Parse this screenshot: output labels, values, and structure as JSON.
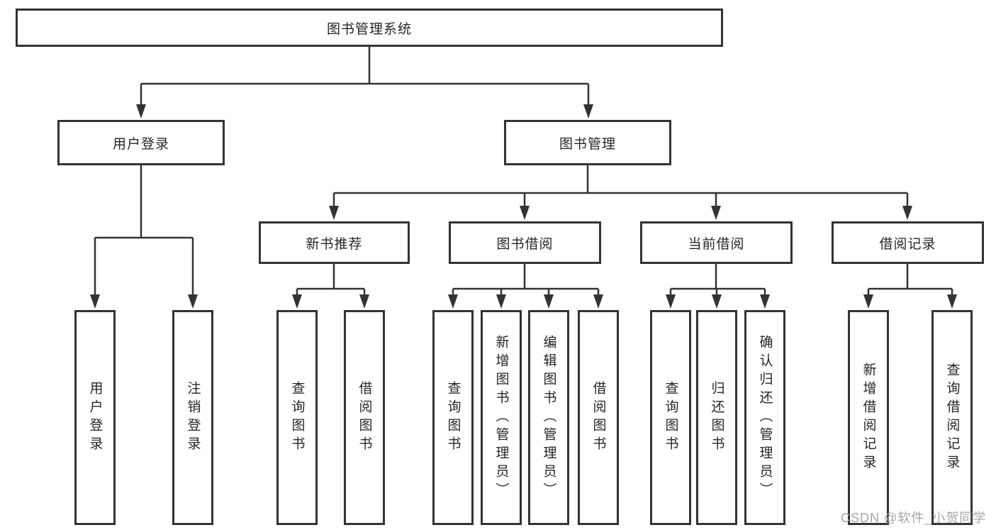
{
  "diagram": {
    "title": "图书管理系统",
    "watermark": "CSDN @软件_小贺同学",
    "colors": {
      "line": "#333333",
      "text": "#262626",
      "background": "#ffffff",
      "watermark": "#a6a6a6"
    },
    "level2": [
      {
        "label": "用户登录"
      },
      {
        "label": "图书管理"
      }
    ],
    "level3": [
      {
        "label": "新书推荐"
      },
      {
        "label": "图书借阅"
      },
      {
        "label": "当前借阅"
      },
      {
        "label": "借阅记录"
      }
    ],
    "leaves": {
      "userLogin": [
        {
          "label": "用户登录"
        },
        {
          "label": "注销登录"
        }
      ],
      "newBooks": [
        {
          "label": "查询图书"
        },
        {
          "label": "借阅图书"
        }
      ],
      "bookBorrow": [
        {
          "label": "查询图书"
        },
        {
          "label": "新增图书（管理员）"
        },
        {
          "label": "编辑图书（管理员）"
        },
        {
          "label": "借阅图书"
        }
      ],
      "currentBorrow": [
        {
          "label": "查询图书"
        },
        {
          "label": "归还图书"
        },
        {
          "label": "确认归还（管理员）"
        }
      ],
      "borrowRecords": [
        {
          "label": "新增借阅记录"
        },
        {
          "label": "查询借阅记录"
        }
      ]
    }
  }
}
